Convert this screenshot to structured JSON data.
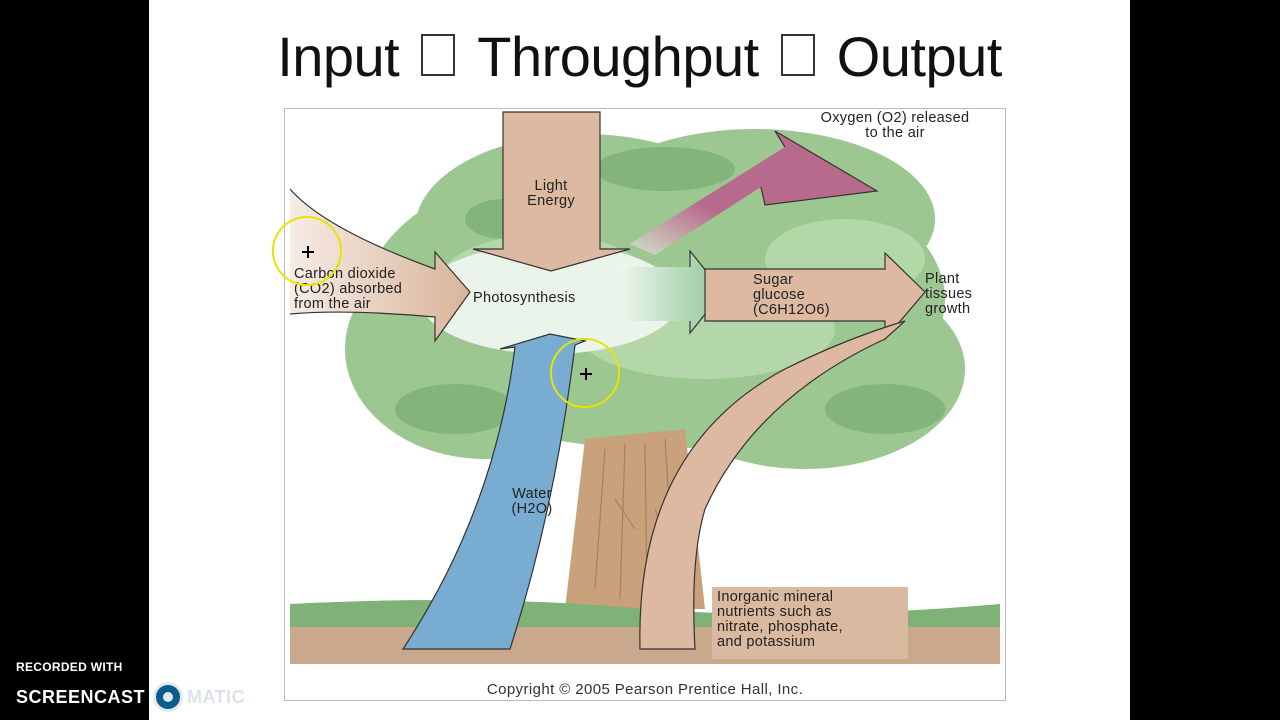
{
  "slide": {
    "title_parts": [
      "Input",
      "Throughput",
      "Output"
    ],
    "title_separator_icon": "missing-glyph-box"
  },
  "figure": {
    "labels": {
      "light_energy": "Light\nEnergy",
      "oxygen": "Oxygen (O2) released\nto the air",
      "carbon_dioxide": "Carbon dioxide\n(CO2) absorbed\nfrom the air",
      "photosynthesis": "Photosynthesis",
      "sugar": "Sugar\nglucose\n(C6H12O6)",
      "plant": "Plant\ntissues\ngrowth",
      "water": "Water\n(H2O)",
      "minerals": "Inorganic mineral\nnutrients such as\nnitrate, phosphate,\nand potassium"
    },
    "copyright": "Copyright © 2005 Pearson Prentice Hall, Inc.",
    "colors": {
      "arrow_tan": "#dcb9a0",
      "arrow_pink": "#b86a8c",
      "arrow_blue": "#78acd0",
      "arrow_green": "#8fc79a",
      "foliage": "#9cc790",
      "trunk": "#c9a17b",
      "ground": "#7eb276"
    }
  },
  "watermark": {
    "recorded_with": "RECORDED WITH",
    "brand_left": "SCREENCAST",
    "brand_right": "MATIC"
  },
  "cursors": [
    "move-cursor",
    "move-cursor"
  ]
}
